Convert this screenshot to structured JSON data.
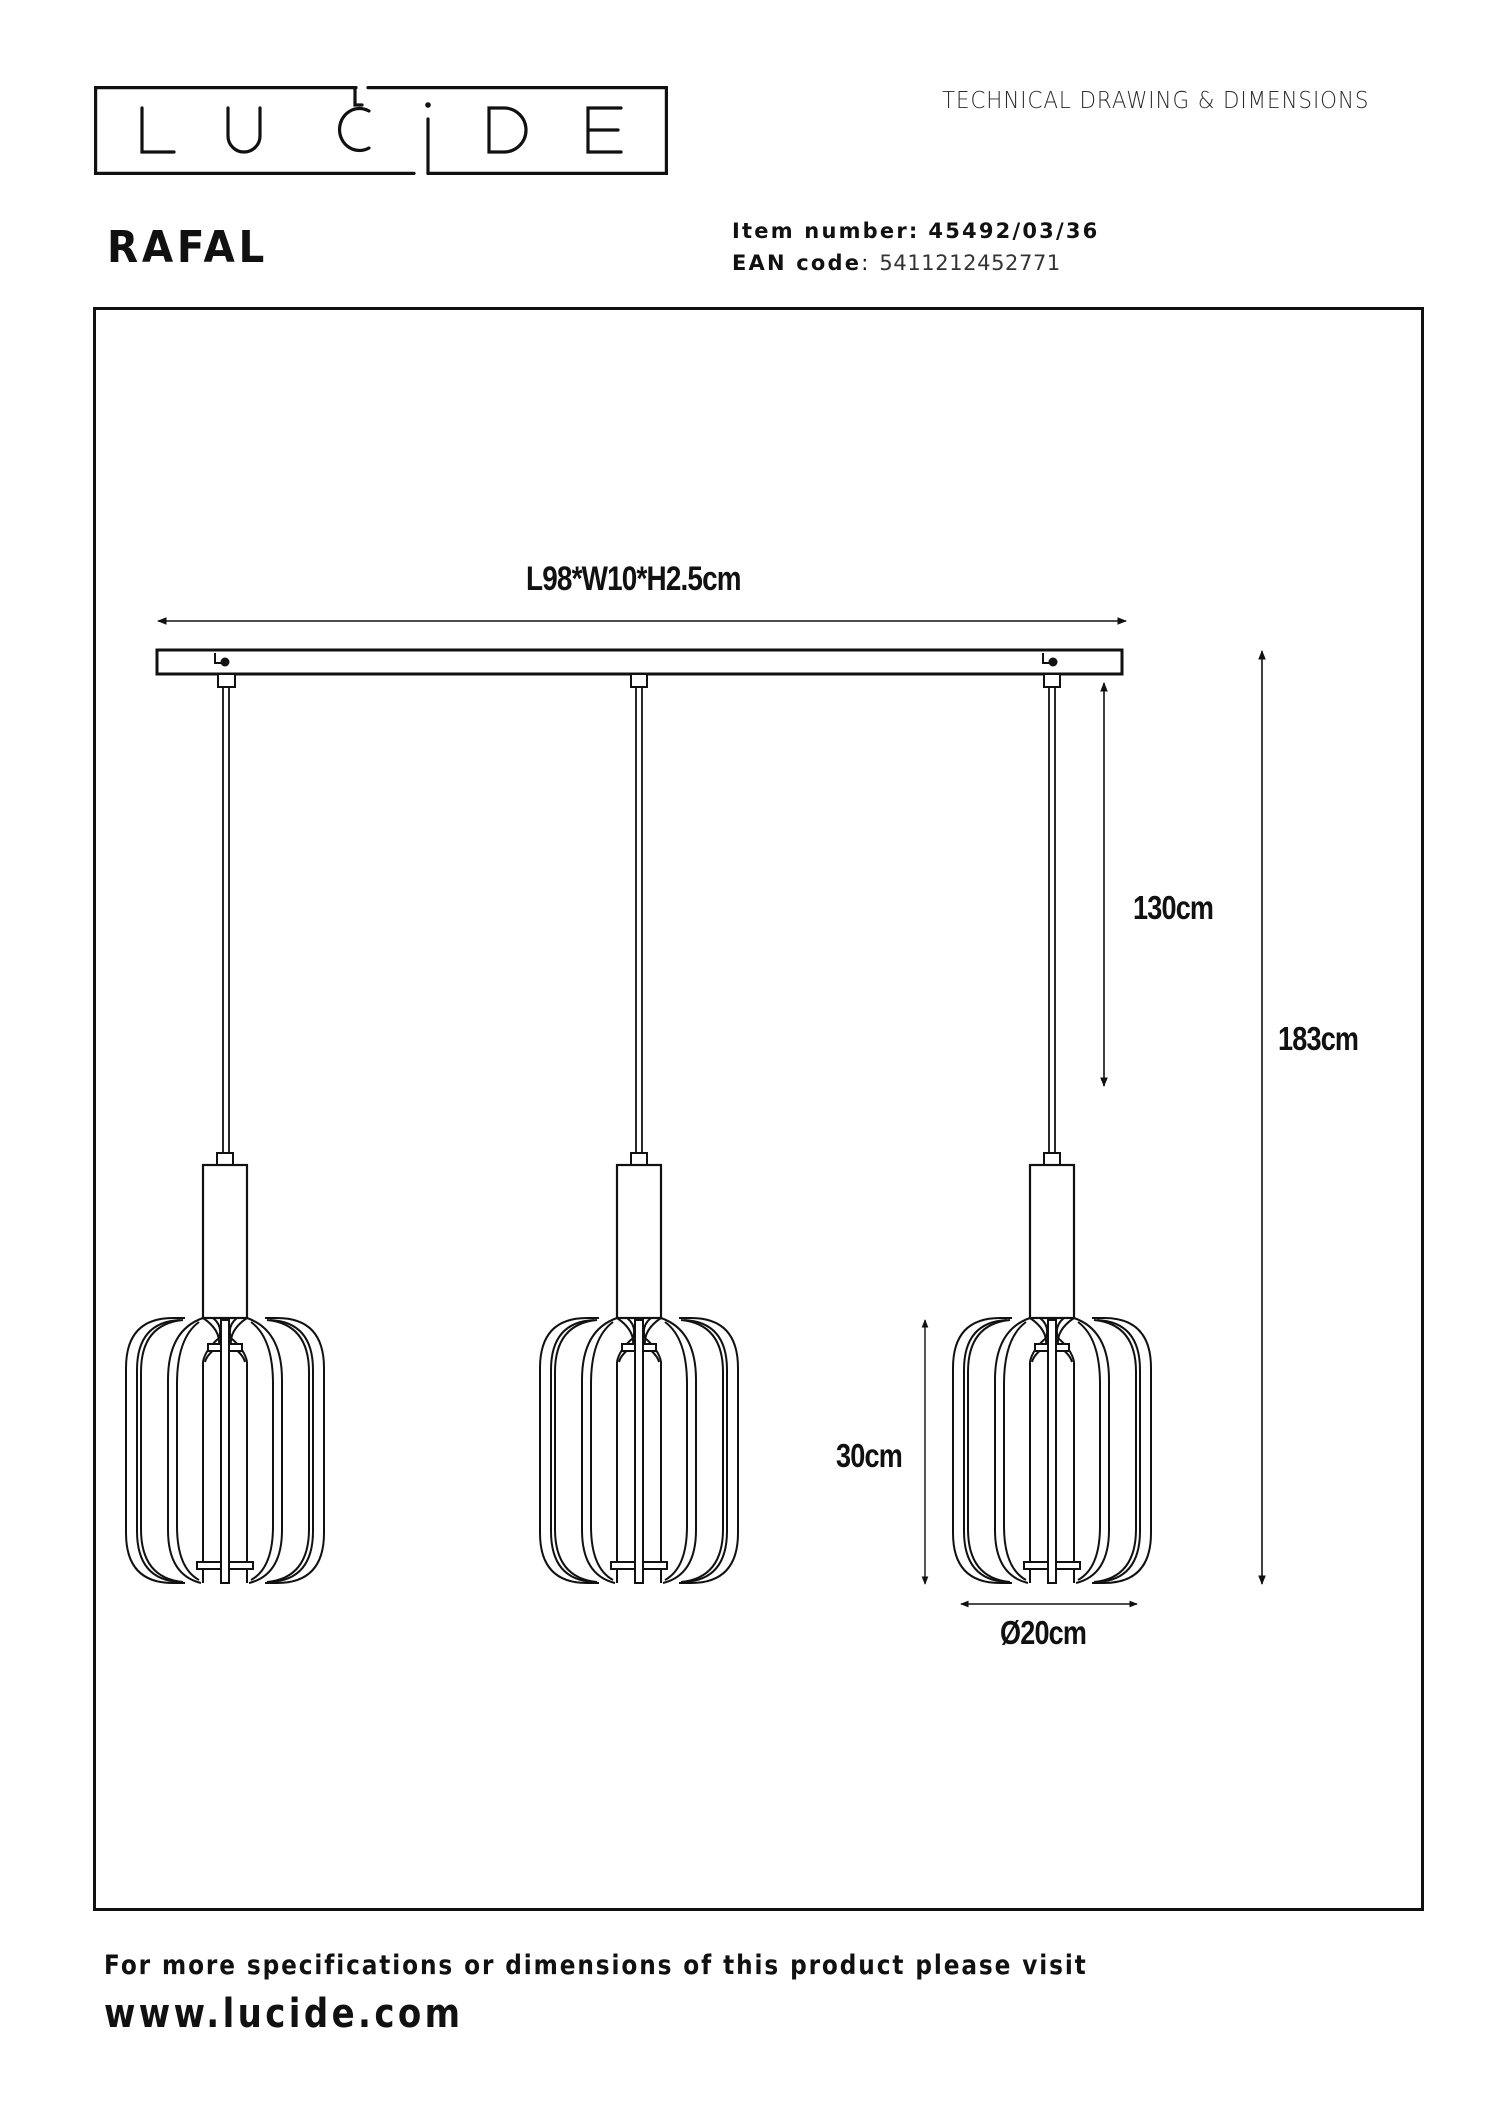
{
  "header": {
    "brand": "LUCIDE",
    "brand_letters": [
      "L",
      "U",
      "C",
      "i",
      "D",
      "E"
    ],
    "document_type": "TECHNICAL DRAWING & DIMENSIONS",
    "product_name": "RAFAL",
    "item_number_label": "Item number:",
    "item_number": "45492/03/36",
    "ean_label": "EAN code",
    "ean_separator": ":",
    "ean_code": "5411212452771"
  },
  "drawing": {
    "pendant_count": 3,
    "dimensions": {
      "canopy": "L98*W10*H2.5cm",
      "cable_length": "130cm",
      "total_height": "183cm",
      "shade_height": "30cm",
      "shade_diameter": "Ø20cm"
    },
    "line_color": "#111111"
  },
  "footer": {
    "text": "For more specifications or dimensions of this product please visit",
    "url": "www.lucide.com"
  }
}
